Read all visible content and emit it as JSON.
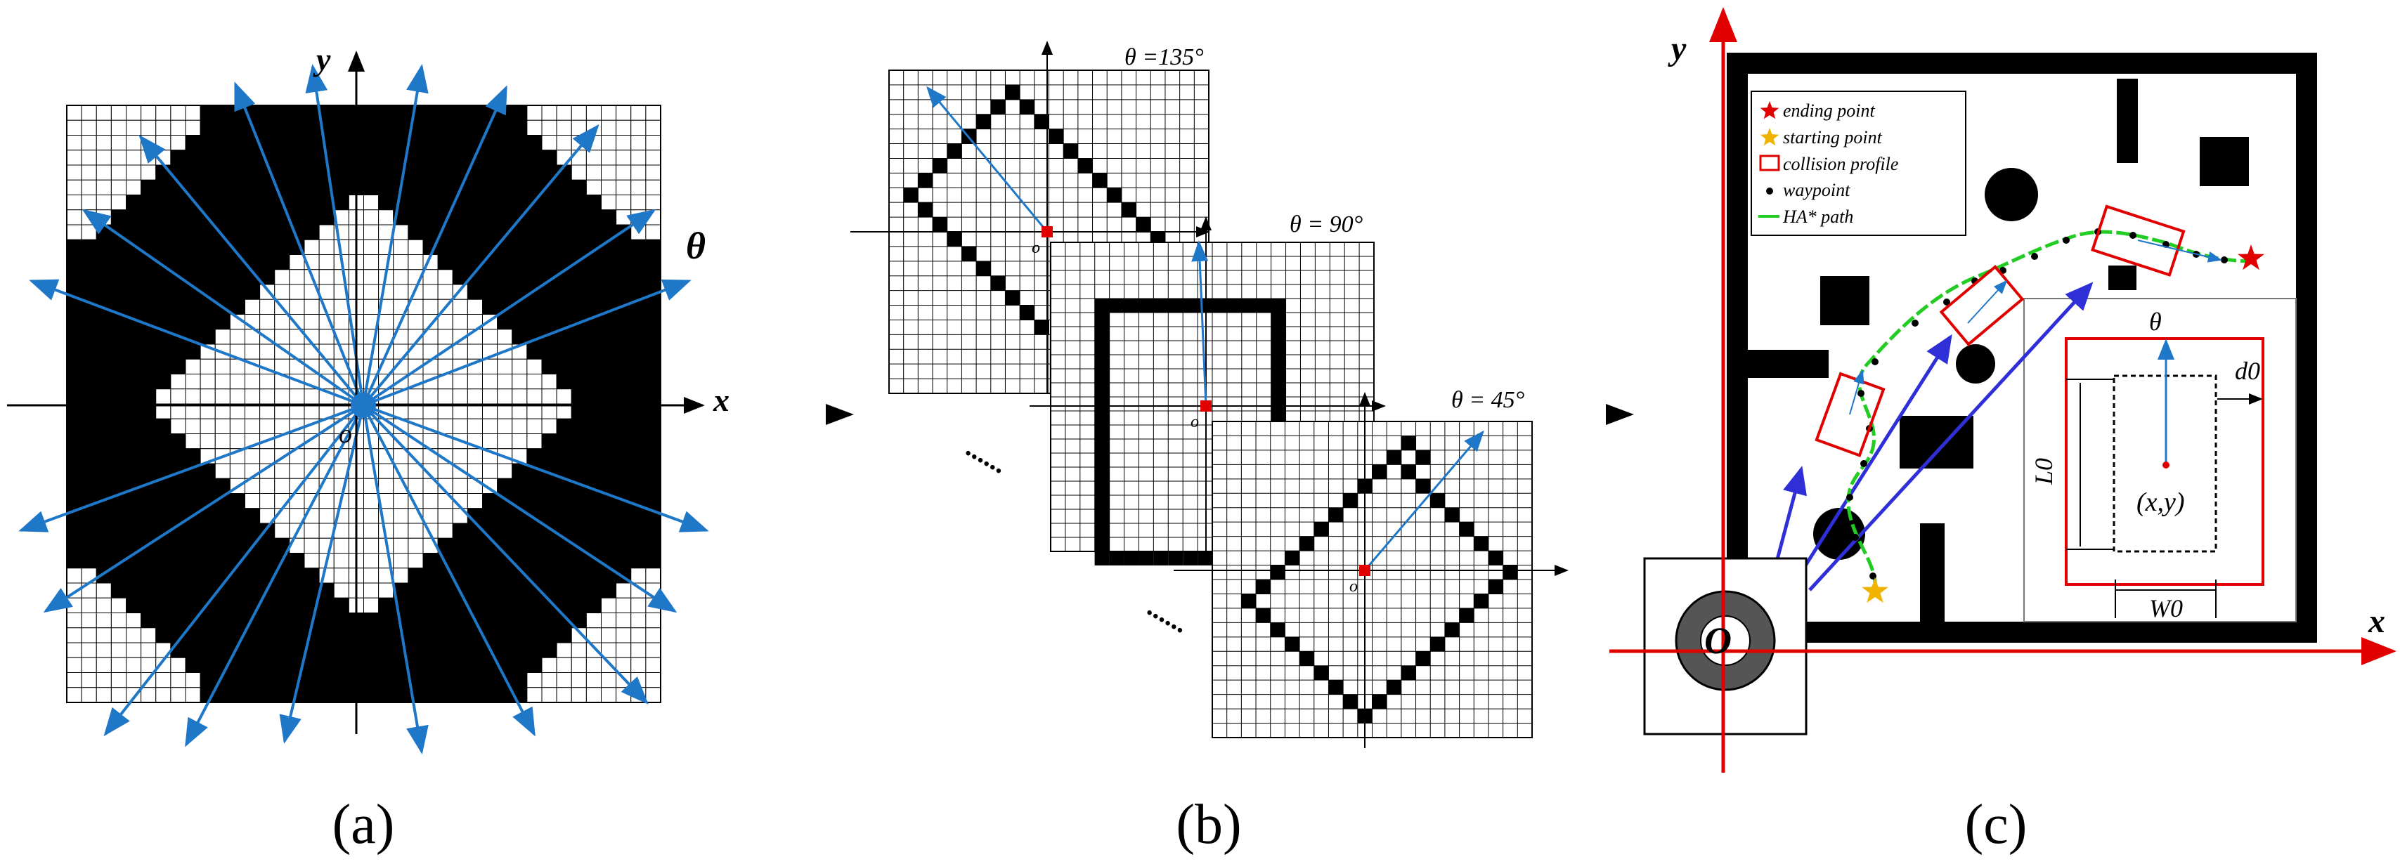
{
  "panel_a": {
    "caption": "(a)",
    "axis_x": "x",
    "axis_y": "y",
    "origin": "o",
    "angle_label": "θ"
  },
  "panel_b": {
    "caption": "(b)",
    "grid_135_label": "θ =135°",
    "grid_90_label": "θ = 90°",
    "grid_45_label": "θ = 45°",
    "origin": "o",
    "ellipsis": "......"
  },
  "panel_c": {
    "caption": "(c)",
    "axis_x": "x",
    "axis_y": "y",
    "origin": "O",
    "legend": {
      "ending_point": "ending point",
      "starting_point": "starting point",
      "collision_profile": "collision profile",
      "waypoint": "waypoint",
      "path": "HA* path"
    },
    "inset": {
      "theta": "θ",
      "center": "(x,y)",
      "d0": "d0",
      "L0": "L0",
      "W0": "W0"
    }
  },
  "colors": {
    "arrow_blue": "#1f77c8",
    "marker_red": "#e00000",
    "path_green": "#22cc22",
    "vector_blue": "#2f2fd8",
    "star_yellow": "#f0b400"
  }
}
